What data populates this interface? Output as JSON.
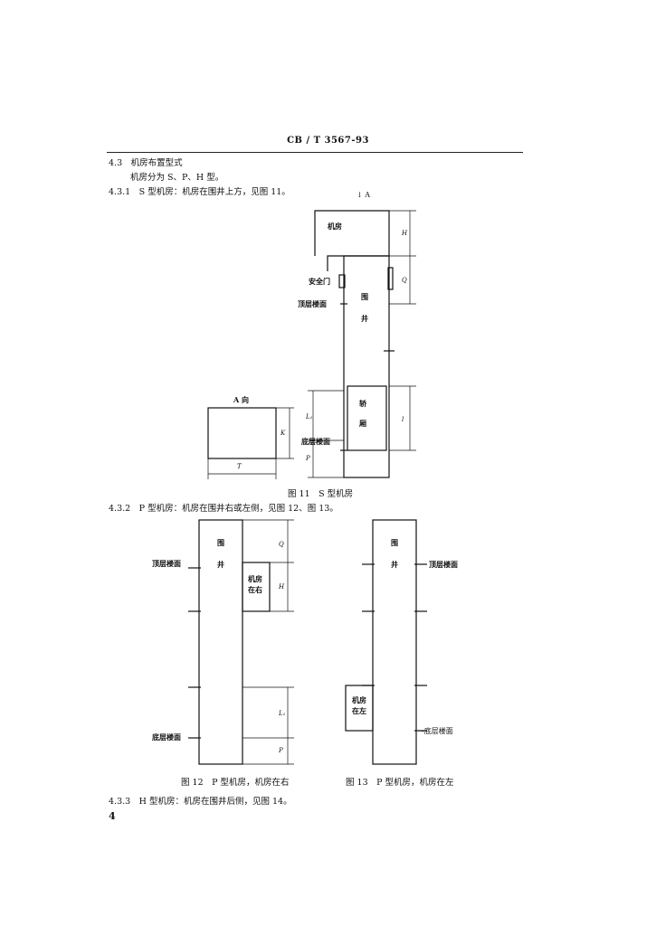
{
  "header": {
    "code": "CB / T 3567-93"
  },
  "section_4_3": {
    "heading": "4.3　机房布置型式",
    "body": "机房分为 S、P、H 型。"
  },
  "section_4_3_1": "4.3.1　S 型机房：机房在围井上方，见图 11。",
  "section_4_3_2": "4.3.2　P 型机房：机房在围井右或左侧，见图 12、图 13。",
  "section_4_3_3": "4.3.3　H 型机房：机房在围井后侧，见图 14。",
  "page_number": "4",
  "fig11": {
    "caption": "图 11　S 型机房",
    "view_arrow": "↓ A",
    "machine_room": "机房",
    "safety_door": "安全门",
    "top_floor": "顶层楼面",
    "shaft_1": "围",
    "shaft_2": "井",
    "car_1": "轿",
    "car_2": "厢",
    "bottom_floor": "底层楼面",
    "view_title": "A 向",
    "dim_H": "H",
    "dim_Q": "Q",
    "dim_L1": "L₁",
    "dim_P": "P",
    "dim_l": "l",
    "dim_K": "K",
    "dim_T": "T"
  },
  "fig12": {
    "caption": "图 12　P 型机房，机房在右",
    "shaft_1": "围",
    "shaft_2": "井",
    "top_floor": "顶层楼面",
    "room_1": "机房",
    "room_2": "在右",
    "bottom_floor": "底层楼面",
    "dim_Q": "Q",
    "dim_H": "H",
    "dim_L1": "L₁",
    "dim_P": "P"
  },
  "fig13": {
    "caption": "图 13　P 型机房，机房在左",
    "shaft_1": "围",
    "shaft_2": "井",
    "top_floor": "顶层楼面",
    "room_1": "机房",
    "room_2": "在左",
    "bottom_floor": "底层楼面"
  }
}
